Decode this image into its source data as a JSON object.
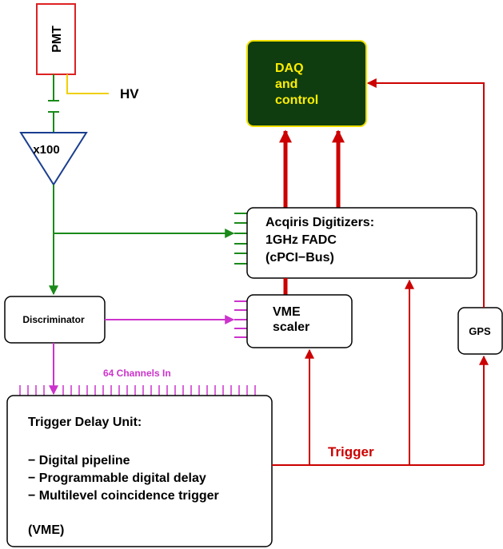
{
  "nodes": {
    "pmt": {
      "label": "PMT"
    },
    "hv": {
      "label": "HV"
    },
    "amplifier": {
      "label": "x100"
    },
    "daq": {
      "lines": [
        "DAQ",
        "and",
        "control"
      ]
    },
    "digitizers": {
      "lines": [
        "Acqiris Digitizers:",
        "1GHz FADC",
        "(cPCI−Bus)"
      ]
    },
    "discriminator": {
      "label": "Discriminator"
    },
    "vme_scaler": {
      "lines": [
        "VME",
        "scaler"
      ]
    },
    "gps": {
      "label": "GPS"
    },
    "trigger_delay_unit": {
      "lines": [
        "Trigger Delay Unit:",
        "− Digital pipeline",
        "− Programmable digital delay",
        "− Multilevel coincidence trigger",
        "(VME)"
      ]
    }
  },
  "labels": {
    "channels_in": "64 Channels In",
    "trigger": "Trigger"
  },
  "colors": {
    "analog_signal": "#1a8a1a",
    "hv_line": "#f0d000",
    "digital_signal": "#cc33cc",
    "trigger_red": "#cc0000",
    "pmt_border": "#dd2222",
    "daq_fill": "#0f3d0f",
    "daq_text": "#ffee00",
    "box_border": "#000000"
  }
}
